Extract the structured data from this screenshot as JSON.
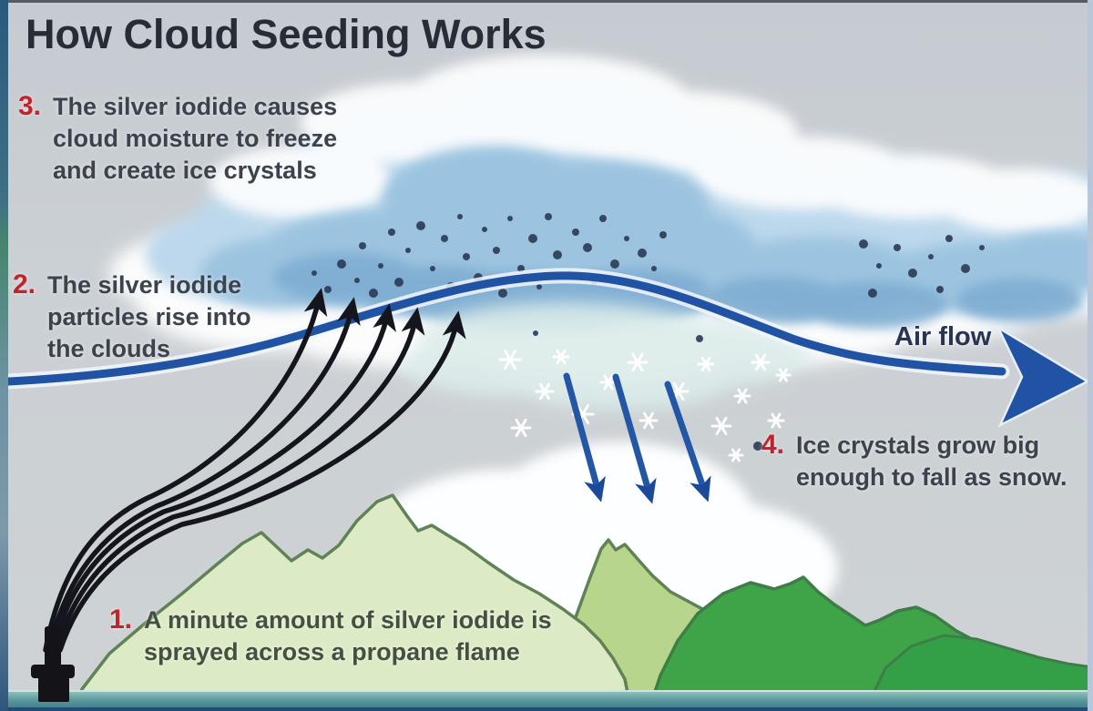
{
  "title": "How Cloud Seeding Works",
  "labels": {
    "air_flow": "Air flow"
  },
  "steps": {
    "step1": {
      "number": "1.",
      "text": "A minute amount of silver iodide is\nsprayed across a propane flame"
    },
    "step2": {
      "number": "2.",
      "text": "The silver iodide\nparticles rise into\nthe clouds"
    },
    "step3": {
      "number": "3.",
      "text": "The silver iodide causes\ncloud moisture to freeze\nand create ice crystals"
    },
    "step4": {
      "number": "4.",
      "text": "Ice crystals grow big\nenough to fall as snow."
    }
  },
  "colors": {
    "accent_red": "#c2242c",
    "airflow_blue": "#2053a4",
    "smoke_arrow_black": "#15151d",
    "falling_arrow_blue": "#2456a6",
    "cloud_light_blue": "#bdd8ec",
    "cloud_mid_blue": "#9cc4e0",
    "mountain_pale_green": "#dcebc6",
    "mountain_mid_green": "#b7d68c",
    "mountain_dark_green": "#3fa348",
    "sky_gray": "#cbd0d4",
    "frame_teal": "#55939b",
    "frame_navy": "#234a7e",
    "title_text": "#262d37",
    "body_text": "#3c434d"
  },
  "icons": {
    "airflow_arrow": "large blue right arrow",
    "rising_arrows": "five black curved up arrows",
    "falling_arrows": "three blue down arrows",
    "particles": "dark silver-iodide dots",
    "snowflakes": "white six-point flakes",
    "burner": "black ground generator stack"
  }
}
